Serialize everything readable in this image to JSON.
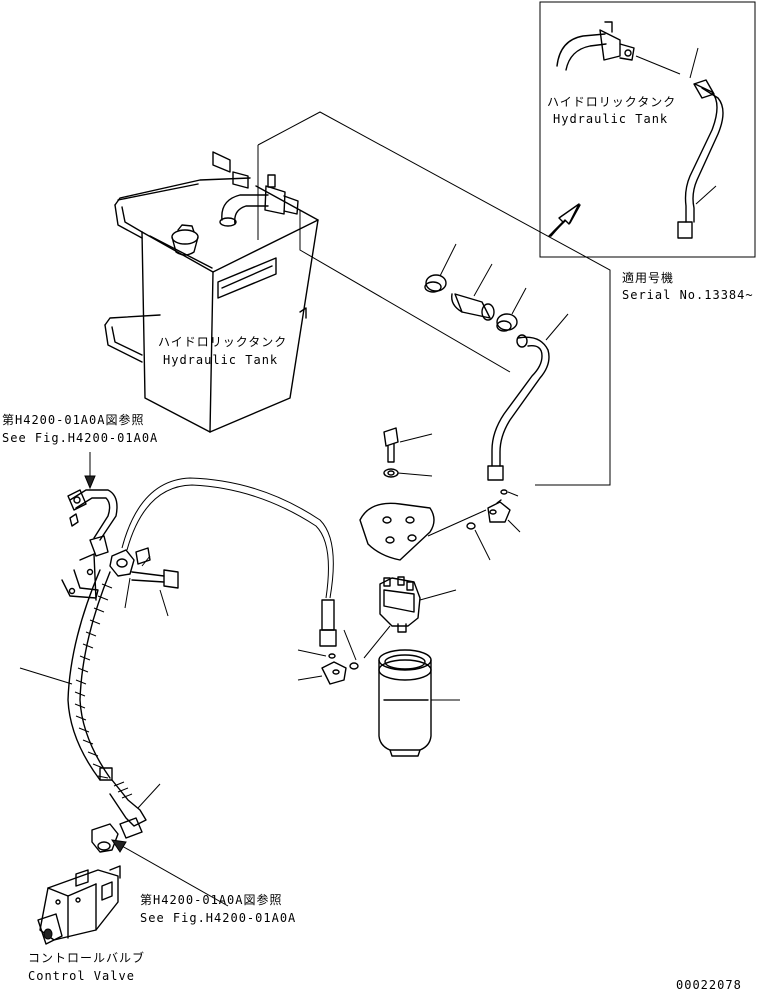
{
  "labels": {
    "tank_jp": "ハイドロリックタンク",
    "tank_en": "Hydraulic Tank",
    "inset_tank_jp": "ハイドロリックタンク",
    "inset_tank_en": "Hydraulic Tank",
    "serial_jp": "適用号機",
    "serial_en": "Serial No.13384~",
    "ref_top_jp": "第H4200-01A0A図参照",
    "ref_top_en": "See Fig.H4200-01A0A",
    "ref_bottom_jp": "第H4200-01A0A図参照",
    "ref_bottom_en": "See Fig.H4200-01A0A",
    "valve_jp": "コントロールバルブ",
    "valve_en": "Control Valve",
    "drawing_number": "00022078"
  },
  "icons": {
    "arrow_inset": "arrow-up-right-icon",
    "arrow_ref_top": "arrow-down-icon",
    "arrow_ref_bottom": "arrow-up-left-icon"
  },
  "colors": {
    "line": "#000000",
    "background": "#ffffff"
  }
}
